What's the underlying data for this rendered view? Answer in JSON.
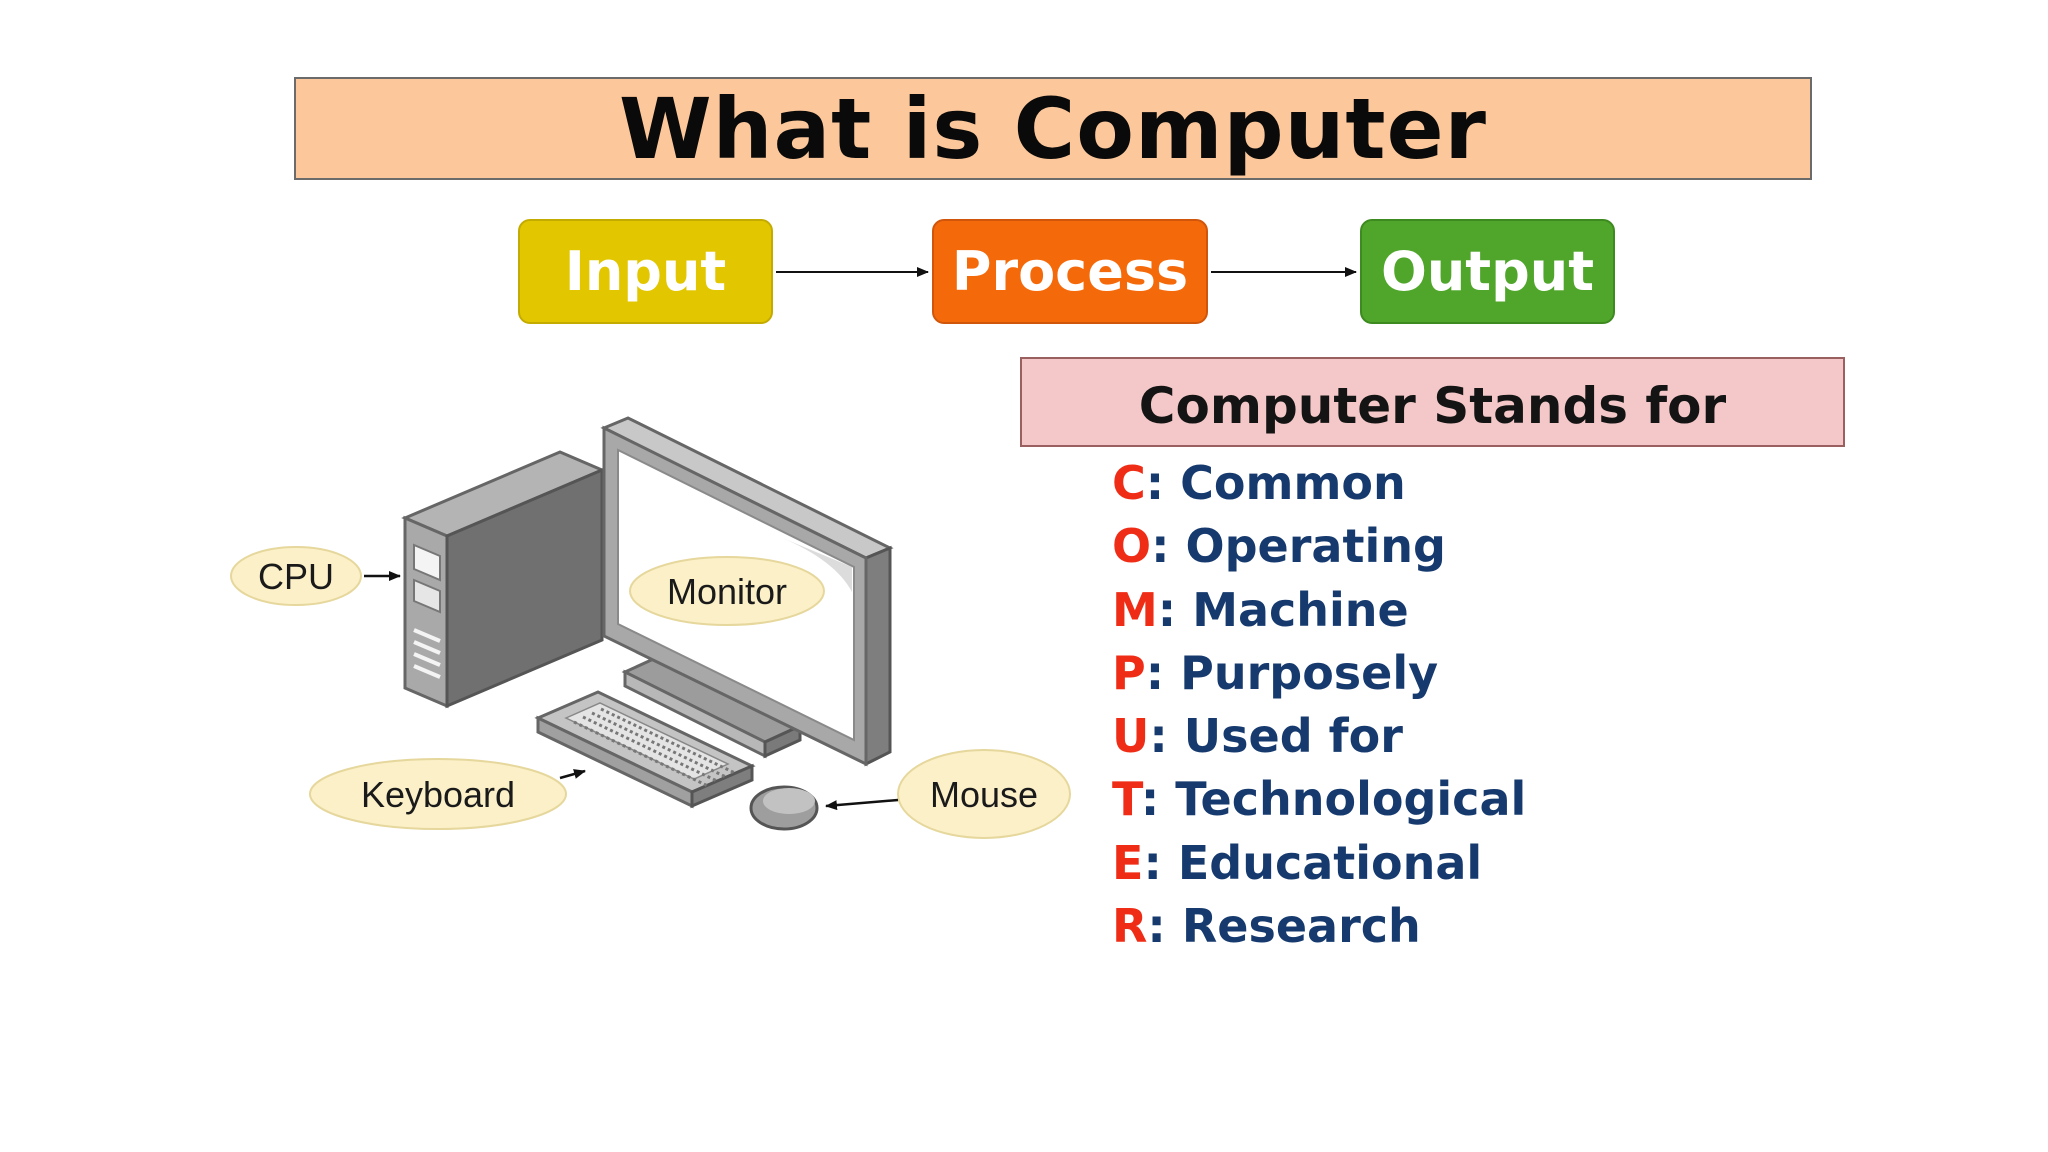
{
  "title": "What is Computer",
  "flow": {
    "input": "Input",
    "process": "Process",
    "output": "Output"
  },
  "stands_for": {
    "heading": "Computer Stands for",
    "items": [
      {
        "letter": "C",
        "word": ": Common"
      },
      {
        "letter": "O",
        "word": ": Operating"
      },
      {
        "letter": "M",
        "word": ": Machine"
      },
      {
        "letter": "P",
        "word": ": Purposely"
      },
      {
        "letter": "U",
        "word": ": Used for"
      },
      {
        "letter": "T",
        "word": ": Technological"
      },
      {
        "letter": "E",
        "word": ": Educational"
      },
      {
        "letter": "R",
        "word": ": Research"
      }
    ]
  },
  "labels": {
    "cpu": "CPU",
    "monitor": "Monitor",
    "keyboard": "Keyboard",
    "mouse": "Mouse"
  },
  "colors": {
    "title_bg": "#fcc79a",
    "input": "#e2c600",
    "process": "#f46a0a",
    "output": "#4fa62a",
    "stands_bg": "#f4c8c8",
    "acronym_letter": "#ef2d16",
    "acronym_word": "#163a6e",
    "label_bubble": "#fbf0c8"
  }
}
